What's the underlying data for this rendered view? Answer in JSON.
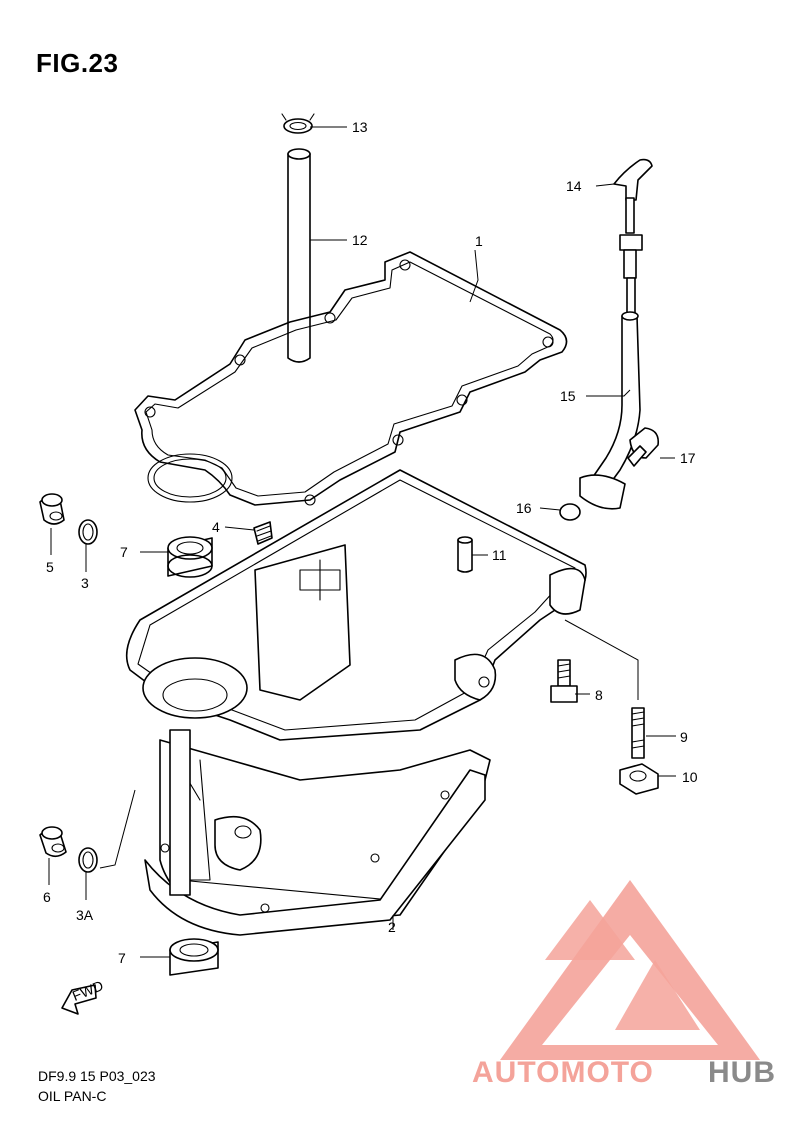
{
  "figure": {
    "title": "FIG.23",
    "drawing_code": "DF9.9 15 P03_023",
    "drawing_name": "OIL PAN-C"
  },
  "callouts": {
    "c1": "1",
    "c2": "2",
    "c3": "3",
    "c3a": "3A",
    "c4": "4",
    "c5": "5",
    "c6": "6",
    "c7a": "7",
    "c7b": "7",
    "c8": "8",
    "c9": "9",
    "c10": "10",
    "c11": "11",
    "c12": "12",
    "c13": "13",
    "c14": "14",
    "c15": "15",
    "c16": "16",
    "c17": "17"
  },
  "fwd_arrow_label": "FWD",
  "watermark": {
    "part1": "AUTOMOTO",
    "part2": "HUB",
    "color_primary": "#f4a39a",
    "color_secondary": "#8a8a8a"
  }
}
